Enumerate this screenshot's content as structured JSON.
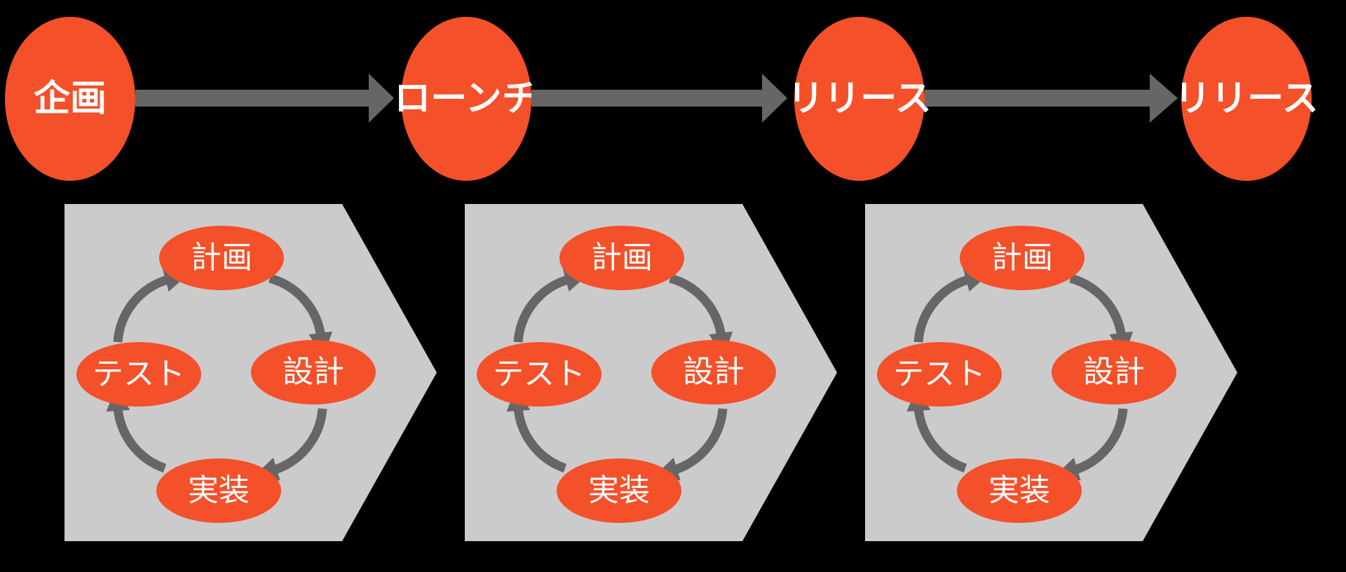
{
  "title": "iterative-release-process-diagram",
  "background_color": "#000000",
  "colors": {
    "stage_orange": "#F4502A",
    "chevron_gray": "#CBCBCB",
    "arrow_gray": "#666666",
    "label_white": "#FFFFFF"
  },
  "stages": [
    {
      "label": "企画"
    },
    {
      "label": "ローンチ"
    },
    {
      "label": "リリース"
    },
    {
      "label": "リリース"
    }
  ],
  "stage_arrow_count": 3,
  "cycles": [
    {
      "steps": [
        "計画",
        "設計",
        "実装",
        "テスト"
      ]
    },
    {
      "steps": [
        "計画",
        "設計",
        "実装",
        "テスト"
      ]
    },
    {
      "steps": [
        "計画",
        "設計",
        "実装",
        "テスト"
      ]
    }
  ],
  "cycle_order_note": "clockwise: 計画 → 設計 → 実装 → テスト → 計画"
}
